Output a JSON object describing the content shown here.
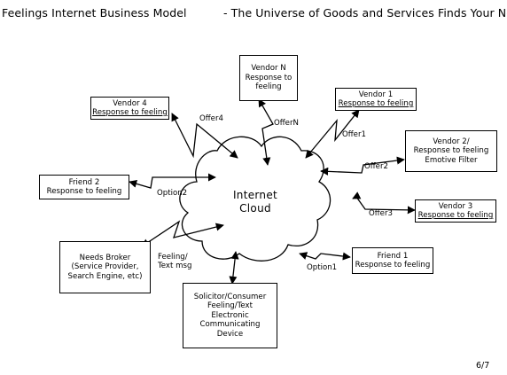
{
  "header": {
    "title": "Feelings Internet Business Model",
    "subtitle": "- The Universe of Goods and Services Finds Your Need"
  },
  "cloud": {
    "line1": "Internet",
    "line2": "Cloud"
  },
  "nodes": {
    "vendor_n": [
      "Vendor N",
      "Response to",
      "feeling"
    ],
    "vendor_4": [
      "Vendor 4",
      "Response to feeling"
    ],
    "vendor_1": [
      "Vendor 1",
      "Response to feeling"
    ],
    "vendor_2": [
      "Vendor 2/",
      "Response to feeling",
      "Emotive Filter"
    ],
    "friend_2": [
      "Friend 2",
      "Response to feeling"
    ],
    "vendor_3": [
      "Vendor 3",
      "Response to feeling"
    ],
    "needs_broker": [
      "Needs Broker",
      "(Service Provider,",
      "Search Engine, etc)"
    ],
    "friend_1": [
      "Friend 1",
      "Response to feeling"
    ],
    "solicitor": [
      "Solicitor/Consumer",
      "Feeling/Text",
      "Electronic",
      "Communicating",
      "Device"
    ]
  },
  "links": {
    "offer4": "Offer4",
    "offer_n": "OfferN",
    "offer1": "Offer1",
    "offer2": "Offer2",
    "option2": "Option2",
    "offer3": "Offer3",
    "feeling_msg": [
      "Feeling/",
      "Text msg"
    ],
    "option1": "Option1"
  },
  "footer": {
    "page": "6/7"
  }
}
